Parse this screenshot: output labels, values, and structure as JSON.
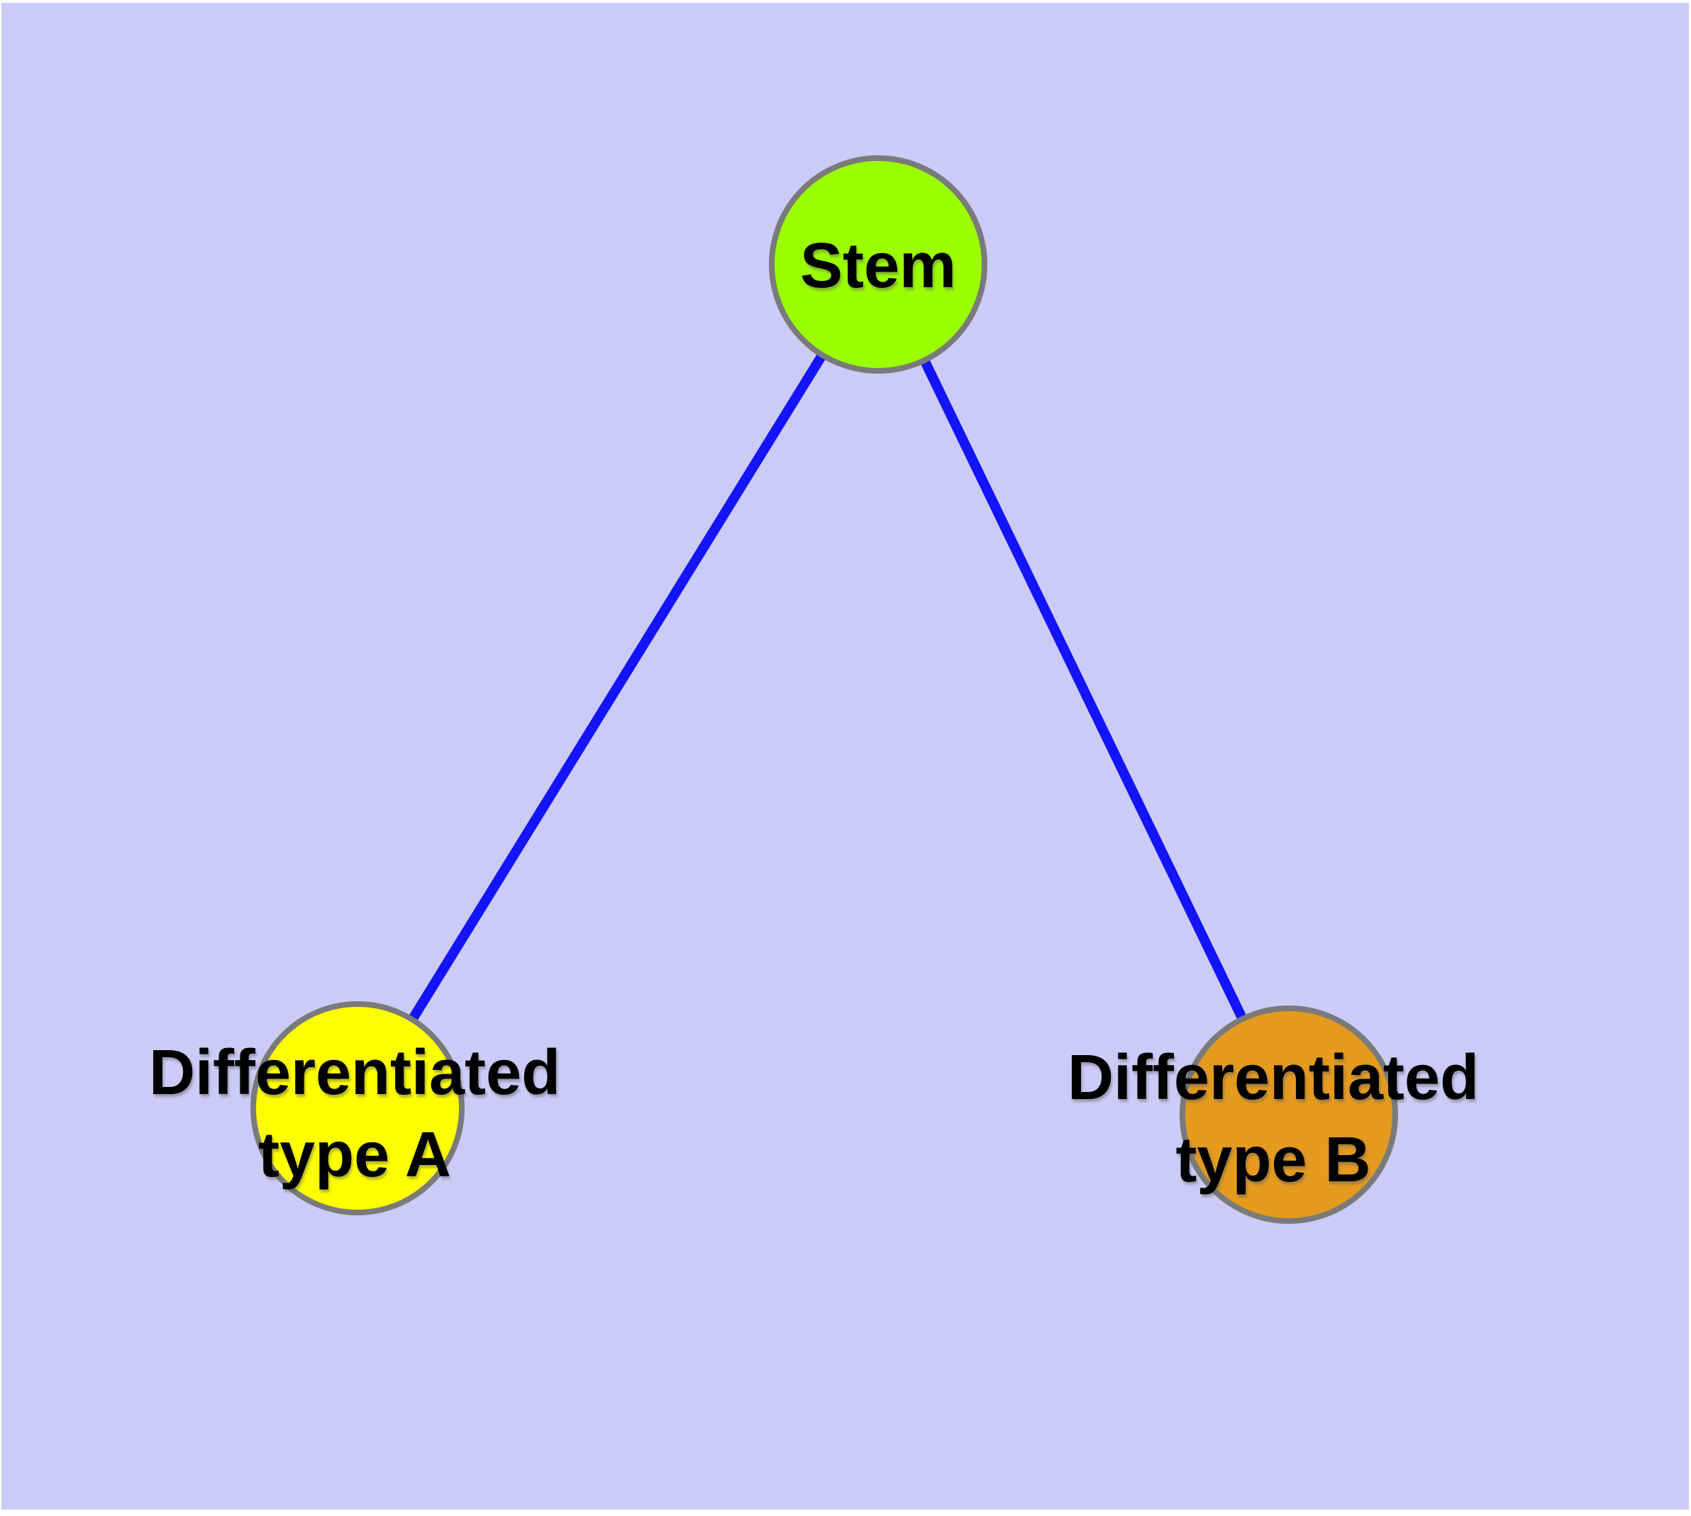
{
  "diagram": {
    "type": "node-link-diagram",
    "background_color": "#CBCBF7",
    "outer_margin_color": "#FFFFFF",
    "node_border_color": "#7A7A7A",
    "edge_color": "#1414FA",
    "text_color": "#000000",
    "nodes": [
      {
        "id": "stem",
        "label": "Stem",
        "lines": [
          "Stem"
        ],
        "color": "#9AFE00"
      },
      {
        "id": "type-a",
        "label": "Differentiated type A",
        "lines": [
          "Differentiated",
          "type A"
        ],
        "color": "#FEFE00"
      },
      {
        "id": "type-b",
        "label": "Differentiated type B",
        "lines": [
          "Differentiated",
          "type B"
        ],
        "color": "#E39A1E"
      }
    ],
    "edges": [
      {
        "from": "Stem",
        "to": "Differentiated type A"
      },
      {
        "from": "Stem",
        "to": "Differentiated type B"
      }
    ]
  }
}
